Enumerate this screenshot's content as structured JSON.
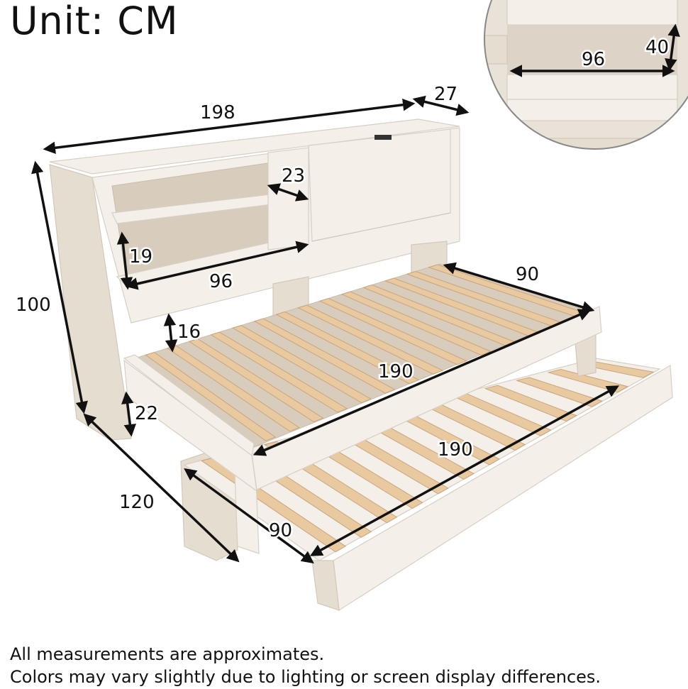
{
  "header": {
    "unit_label": "Unit: CM"
  },
  "dimensions": {
    "overall_length": "198",
    "headboard_depth": "27",
    "shelf_depth": "23",
    "shelf_height": "19",
    "shelf_width": "96",
    "overall_height": "100",
    "rail_height": "16",
    "mattress_width": "90",
    "mattress_length": "190",
    "clearance_height": "22",
    "trundle_length": "190",
    "overall_width": "120",
    "trundle_width": "90"
  },
  "inset": {
    "cabinet_width": "96",
    "cabinet_height": "40"
  },
  "footer": {
    "line1": "All measurements are approximates.",
    "line2": "Colors may vary slightly due to lighting or screen display differences."
  },
  "colors": {
    "frame": "#f4efe8",
    "slats": "#e9c9a0",
    "text": "#111111"
  }
}
